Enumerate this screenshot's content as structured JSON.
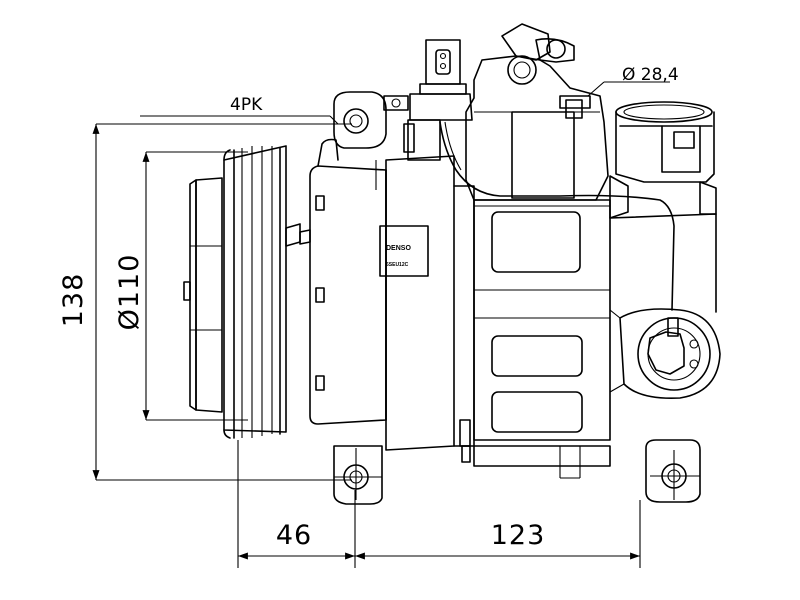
{
  "dimensions": {
    "height_overall": "138",
    "pulley_diameter": "Ø110",
    "pulley_offset": "46",
    "mount_spacing": "123",
    "port_diameter": "Ø 28,4",
    "belt_profile": "4PK"
  },
  "label_plate": {
    "brand": "DENSO",
    "code": "6SEU12C"
  }
}
